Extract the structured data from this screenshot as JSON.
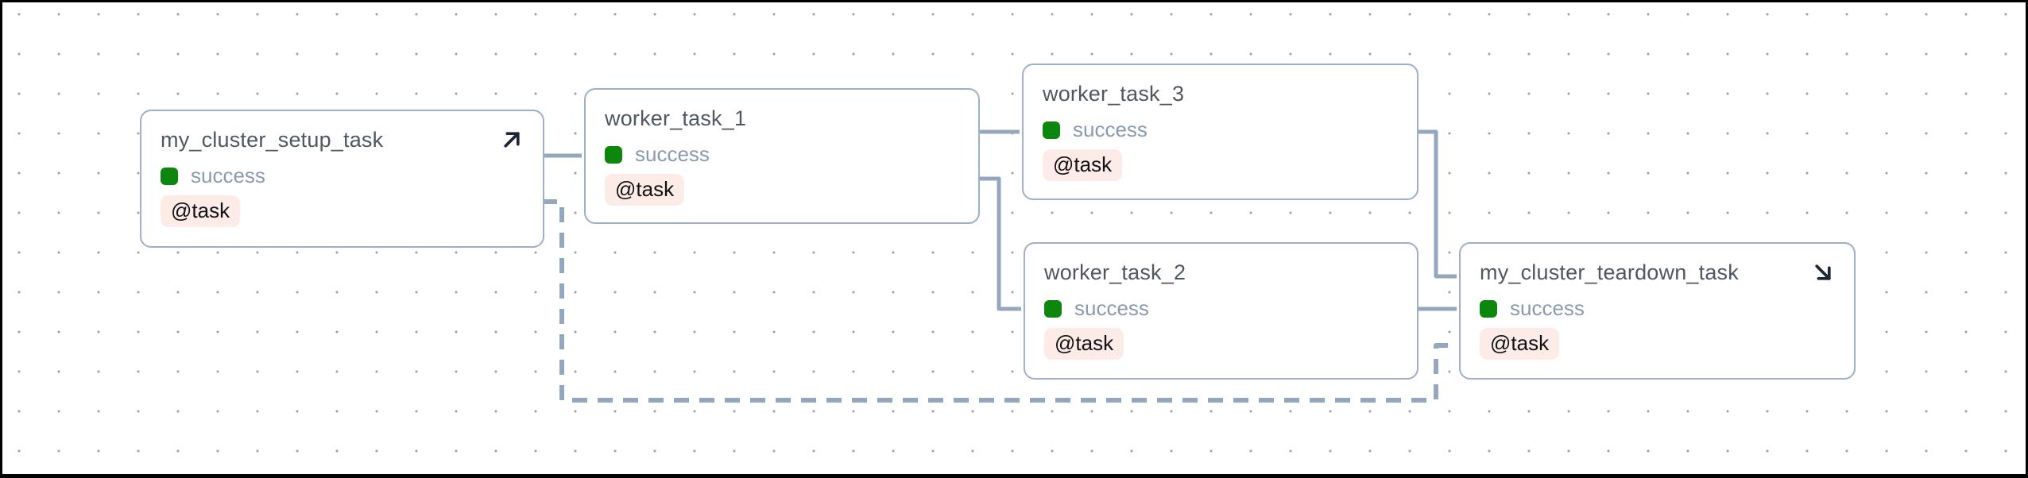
{
  "app": {
    "view": "dag-graph",
    "background_color": "#ffffff",
    "frame_color": "#000000",
    "grid_dot_color": "#9aa2ae",
    "edge_color": "#94a7bf",
    "node_border_color": "#9db0c7"
  },
  "status_colors": {
    "success": "#0d860d"
  },
  "badge_style": {
    "background": "#fcebe6",
    "text_color": "#111111"
  },
  "nodes": [
    {
      "id": "my_cluster_setup_task",
      "label": "my_cluster_setup_task",
      "state": "success",
      "decorator": "@task",
      "icon": "arrow-up-right-icon"
    },
    {
      "id": "worker_task_1",
      "label": "worker_task_1",
      "state": "success",
      "decorator": "@task",
      "icon": null
    },
    {
      "id": "worker_task_3",
      "label": "worker_task_3",
      "state": "success",
      "decorator": "@task",
      "icon": null
    },
    {
      "id": "worker_task_2",
      "label": "worker_task_2",
      "state": "success",
      "decorator": "@task",
      "icon": null
    },
    {
      "id": "my_cluster_teardown_task",
      "label": "my_cluster_teardown_task",
      "state": "success",
      "decorator": "@task",
      "icon": "arrow-down-right-icon"
    }
  ],
  "edges": [
    {
      "from": "my_cluster_setup_task",
      "to": "worker_task_1",
      "style": "solid"
    },
    {
      "from": "worker_task_1",
      "to": "worker_task_3",
      "style": "solid"
    },
    {
      "from": "worker_task_1",
      "to": "worker_task_2",
      "style": "solid"
    },
    {
      "from": "worker_task_3",
      "to": "my_cluster_teardown_task",
      "style": "solid"
    },
    {
      "from": "worker_task_2",
      "to": "my_cluster_teardown_task",
      "style": "solid"
    },
    {
      "from": "my_cluster_setup_task",
      "to": "my_cluster_teardown_task",
      "style": "dashed"
    }
  ]
}
